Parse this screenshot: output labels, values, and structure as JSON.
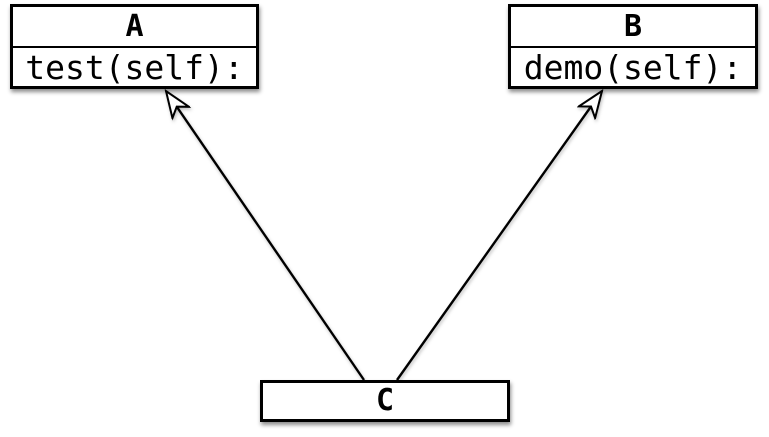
{
  "diagram": {
    "type": "uml-class-inheritance",
    "classes": [
      {
        "id": "A",
        "title": "A",
        "method": "test(self):"
      },
      {
        "id": "B",
        "title": "B",
        "method": "demo(self):"
      },
      {
        "id": "C",
        "title": "C",
        "method": ""
      }
    ],
    "relations": [
      {
        "from": "C",
        "to": "A",
        "type": "inheritance",
        "arrowhead": "hollow-open-arrow"
      },
      {
        "from": "C",
        "to": "B",
        "type": "inheritance",
        "arrowhead": "hollow-open-arrow"
      }
    ],
    "colors": {
      "background": "#ffffff",
      "box_fill": "#ffffff",
      "box_border": "#000000",
      "line": "#000000",
      "text": "#000000"
    }
  }
}
